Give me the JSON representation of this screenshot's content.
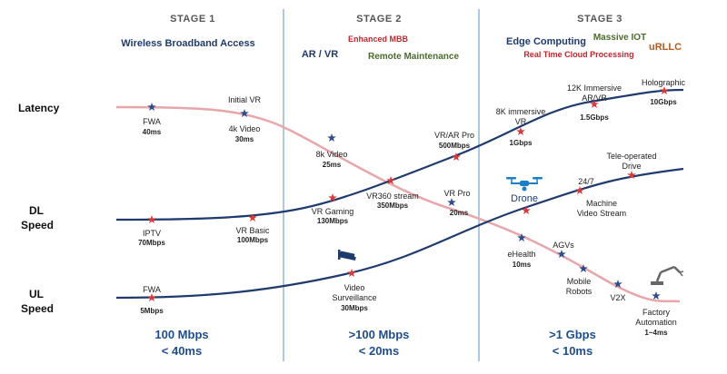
{
  "colors": {
    "navy": "#1f3b6e",
    "pink": "#e8a6aa",
    "red": "#c0262d",
    "green": "#4a6b2a",
    "orange": "#b55a1c",
    "divider": "#5b8fd0",
    "star_red": "#d93a3a",
    "star_blue": "#2e4d8a",
    "bottom_text": "#1f4e8c"
  },
  "stages": [
    {
      "title": "STAGE 1",
      "bottom_line1": "100 Mbps",
      "bottom_line2": "< 40ms"
    },
    {
      "title": "STAGE 2",
      "bottom_line1": ">100 Mbps",
      "bottom_line2": "< 20ms"
    },
    {
      "title": "STAGE 3",
      "bottom_line1": ">1 Gbps",
      "bottom_line2": "< 10ms"
    }
  ],
  "service_labels": {
    "wireless_broadband": "Wireless Broadband Access",
    "enhanced_mbb": "Enhanced MBB",
    "ar_vr": "AR / VR",
    "remote_maintenance": "Remote Maintenance",
    "edge_computing": "Edge Computing",
    "massive_iot": "Massive IOT",
    "real_time_cloud": "Real Time Cloud Processing",
    "urllc": "uRLLC"
  },
  "row_labels": {
    "latency": "Latency",
    "dl_line1": "DL",
    "dl_line2": "Speed",
    "ul_line1": "UL",
    "ul_line2": "Speed"
  },
  "points": {
    "fwa_latency": {
      "name": "FWA",
      "value": "40ms"
    },
    "initial_vr": {
      "name1": "Initial VR",
      "name2": "4k Video",
      "value": "30ms"
    },
    "video_8k": {
      "name": "8k Video",
      "value": "25ms"
    },
    "vr_pro": {
      "name": "VR Pro",
      "value": "20ms"
    },
    "ehealth": {
      "name": "eHealth",
      "value": "10ms"
    },
    "agvs": {
      "name": "AGVs"
    },
    "mobile_robots": {
      "name1": "Mobile",
      "name2": "Robots"
    },
    "v2x": {
      "name": "V2X"
    },
    "factory_automation": {
      "name1": "Factory",
      "name2": "Automation",
      "value": "1~4ms"
    },
    "iptv": {
      "name": "IPTV",
      "value": "70Mbps"
    },
    "vr_basic": {
      "name": "VR Basic",
      "value": "100Mbps"
    },
    "vr_gaming": {
      "name": "VR Gaming",
      "value": "130Mbps"
    },
    "vr360": {
      "name": "VR360 stream",
      "value": "350Mbps"
    },
    "vr_ar_pro": {
      "name": "VR/AR Pro",
      "value": "500Mbps"
    },
    "immersive_8k": {
      "name1": "8K immersive",
      "name2": "VR",
      "value": "1Gbps"
    },
    "immersive_12k": {
      "name1": "12K Immersive",
      "name2": "AR/VR",
      "value": "1.5Gbps"
    },
    "holographic": {
      "name": "Holographic",
      "value": "10Gbps"
    },
    "fwa_ul": {
      "name": "FWA",
      "value": "5Mbps"
    },
    "video_surveillance": {
      "name1": "Video",
      "name2": "Surveillance",
      "value": "30Mbps"
    },
    "drone": {
      "name": "Drone"
    },
    "machine_video": {
      "name1": "24/7",
      "name2": "Machine",
      "name3": "Video Stream"
    },
    "tele_drive": {
      "name1": "Tele-operated",
      "name2": "Drive"
    }
  }
}
